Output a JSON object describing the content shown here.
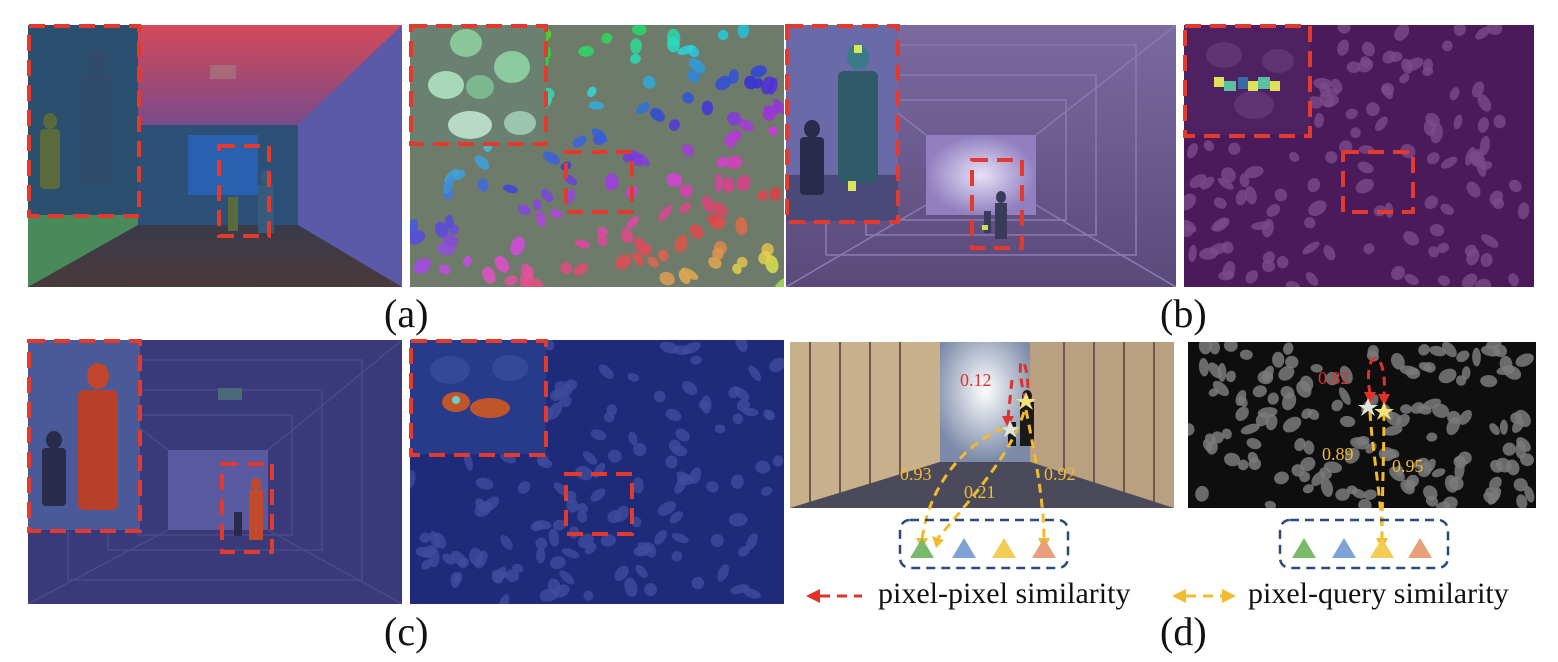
{
  "labels": {
    "a": "(a)",
    "b": "(b)",
    "c": "(c)",
    "d": "(d)"
  },
  "similarity": {
    "hall": {
      "pixel_pixel": "0.12",
      "query_left": "0.93",
      "query_mid": "0.21",
      "query_right": "0.92"
    },
    "cells": {
      "pixel_pixel": "0.82",
      "query_left": "0.89",
      "query_right": "0.95"
    }
  },
  "legend": {
    "pixel_pixel": "pixel-pixel similarity",
    "pixel_query": "pixel-query similarity"
  },
  "colors": {
    "dash_box": "#e23a2c",
    "pixel_pixel_arrow": "#e0322a",
    "pixel_query_arrow": "#f2bb2e",
    "query_box": "#2a4a7a",
    "query_green": "#7ab86a",
    "query_blue": "#7ea3d6",
    "query_yellow": "#f3cc55",
    "query_orange": "#e8a07a"
  }
}
